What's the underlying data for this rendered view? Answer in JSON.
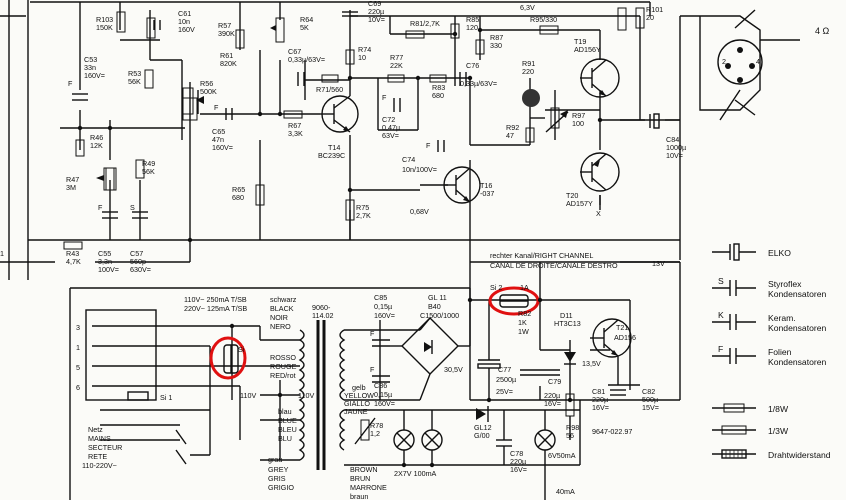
{
  "components": {
    "r103": [
      "R103",
      "150K"
    ],
    "c61": [
      "C61",
      "10n",
      "160V"
    ],
    "r57": [
      "R57",
      "390K"
    ],
    "r64": [
      "R64",
      "5K"
    ],
    "c69": [
      "C69",
      "220µ",
      "10V="
    ],
    "r81": [
      "R81/2,7K"
    ],
    "r85": [
      "R85",
      "120"
    ],
    "r95": [
      "R95/330"
    ],
    "r87": [
      "R87",
      "330"
    ],
    "r101": [
      "R101",
      "20"
    ],
    "t19": [
      "T19",
      "AD156Y"
    ],
    "c53": [
      "C53",
      "33n",
      "160V="
    ],
    "r53": [
      "R53",
      "56K"
    ],
    "r61": [
      "R61",
      "820K"
    ],
    "c67": [
      "C67",
      "0,33µ/63V="
    ],
    "r74": [
      "R74",
      "10"
    ],
    "r77": [
      "R77",
      "22K"
    ],
    "r71": [
      "R71/560"
    ],
    "r83": [
      "R83",
      "680"
    ],
    "c76": [
      "C76",
      "0,33µ/63V="
    ],
    "r91": [
      "R91",
      "220"
    ],
    "r56": [
      "R56",
      "500K"
    ],
    "c65": [
      "C65",
      "47n",
      "160V="
    ],
    "r67": [
      "R67",
      "3,3K"
    ],
    "c72": [
      "C72",
      "0,47µ",
      "63V="
    ],
    "r92": [
      "R92",
      "47"
    ],
    "r97": [
      "R97",
      "100"
    ],
    "r46": [
      "R46",
      "12K"
    ],
    "t14": [
      "T14",
      "BC239C"
    ],
    "c74": [
      "C74",
      "10n/100V="
    ],
    "c84": [
      "C84",
      "1000µ",
      "10V="
    ],
    "r49": [
      "R49",
      "56K"
    ],
    "r47": [
      "R47",
      "3M"
    ],
    "t16": [
      "T16",
      "-037"
    ],
    "t20": [
      "T20",
      "AD157Y"
    ],
    "r65": [
      "R65",
      "680"
    ],
    "r75": [
      "R75",
      "2,7K"
    ],
    "c55": [
      "C55",
      "3,3n",
      "100V="
    ],
    "c57": [
      "C57",
      "560p",
      "630V="
    ],
    "r43": [
      "R43",
      "4,7K"
    ],
    "c85": [
      "C85",
      "0,15µ",
      "160V="
    ],
    "gl11": [
      "GL 11",
      "B40",
      "C1500/1000"
    ],
    "r82": [
      "R82",
      "1K",
      "1W"
    ],
    "d11": [
      "D11",
      "HT3C13"
    ],
    "t21": [
      "T21",
      "AD156"
    ],
    "c77": [
      "C77",
      "2500µ",
      "25V="
    ],
    "c79": [
      "C79"
    ],
    "c81": [
      "C81",
      "220µ",
      "16V="
    ],
    "c82": [
      "C82",
      "500µ",
      "15V="
    ],
    "c83": [
      "220µ",
      "16V="
    ],
    "c86": [
      "C86",
      "0,15µ",
      "160V="
    ],
    "gl12": [
      "GL12",
      "G/00"
    ],
    "r78": [
      "R78",
      "1,2"
    ],
    "c78": [
      "C78",
      "220µ",
      "16V="
    ],
    "r98": [
      "R98",
      "56"
    ],
    "si1": [
      "Si 1"
    ],
    "si2": [
      "Si 2",
      "1A"
    ],
    "fuse_main": [
      "Si"
    ],
    "transformer": [
      "9060-",
      "114.02"
    ]
  },
  "voltages": {
    "v068": "0,68V",
    "v305": "30,5V",
    "v135": "13,5V",
    "v63": "6,3V",
    "v13": "13V",
    "v110": "110V",
    "v110b": "110V",
    "v110c": "110V"
  },
  "speaker": "4 Ω",
  "channel": [
    "rechter Kanal/RIGHT CHANNEL",
    "CANAL DE DROITE/CANALE DESTRO"
  ],
  "fuse_rating": [
    "110V~ 250mA T/SB",
    "220V~ 125mA T/SB"
  ],
  "wire_colors": {
    "black": [
      "schwarz",
      "BLACK",
      "NOIR",
      "NERO"
    ],
    "red": [
      "ROSSO",
      "ROUGE",
      "RED/rot"
    ],
    "yellow": [
      "gelb",
      "YELLOW",
      "GIALLO",
      "JAUNE"
    ],
    "blue": [
      "blau",
      "BLUE",
      "BLEU",
      "BLU"
    ],
    "grey": [
      "grau",
      "GREY",
      "GRIS",
      "GRIGIO"
    ],
    "brown": [
      "BROWN",
      "BRUN",
      "MARRONE",
      "braun"
    ]
  },
  "mains": [
    "Netz",
    "MAINS",
    "SECTEUR",
    "RETE",
    "110-220V~"
  ],
  "tap_numbers": [
    "3",
    "1",
    "5",
    "6"
  ],
  "lamp_rating": "2X7V 100mA",
  "lamp_rating2": "6V50mA",
  "current": "40mA",
  "part_number": "9647-022.97",
  "legend": [
    {
      "letter": "",
      "text": "ELKO"
    },
    {
      "letter": "S",
      "text": "Styroflex Kondensatoren"
    },
    {
      "letter": "K",
      "text": "Keram. Kondensatoren"
    },
    {
      "letter": "F",
      "text": "Folien Kondensatoren"
    },
    {
      "letter": "",
      "text": "1/8W"
    },
    {
      "letter": "",
      "text": "1/3W"
    },
    {
      "letter": "",
      "text": "Drahtwiderstand"
    }
  ],
  "film_marker": "F",
  "styro_marker": "S",
  "x_mark": "X",
  "tap_labels": [
    "1",
    "2",
    "3",
    "4",
    "5"
  ]
}
